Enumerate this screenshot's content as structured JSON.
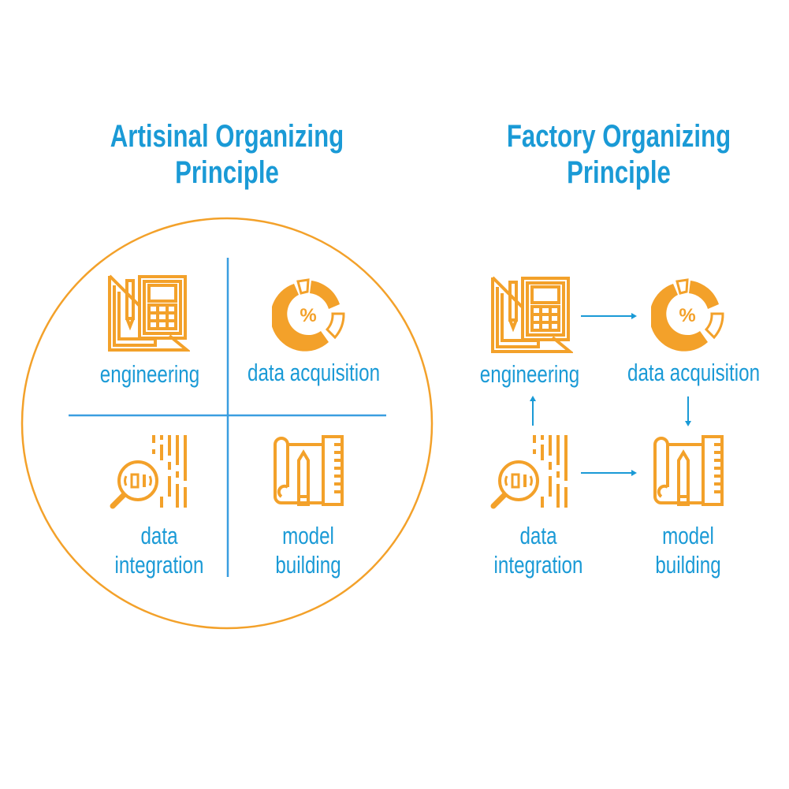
{
  "colors": {
    "accent_blue": "#1a9ad6",
    "icon_orange": "#f3a12a",
    "circle_orange": "#f3a12a",
    "line_blue": "#3a9ee0"
  },
  "artisinal": {
    "title_line1": "Artisinal Organizing",
    "title_line2": "Principle",
    "items": [
      {
        "label_line1": "engineering",
        "icon": "engineering-calculator-icon"
      },
      {
        "label_line1": "data acquisition",
        "icon": "percent-donut-chart-icon"
      },
      {
        "label_line1": "data",
        "label_line2": "integration",
        "icon": "magnifier-binary-data-icon"
      },
      {
        "label_line1": "model",
        "label_line2": "building",
        "icon": "blueprint-pencil-ruler-icon"
      }
    ]
  },
  "factory": {
    "title_line1": "Factory Organizing",
    "title_line2": "Principle",
    "items": [
      {
        "label_line1": "engineering",
        "icon": "engineering-calculator-icon"
      },
      {
        "label_line1": "data acquisition",
        "icon": "percent-donut-chart-icon"
      },
      {
        "label_line1": "data",
        "label_line2": "integration",
        "icon": "magnifier-binary-data-icon"
      },
      {
        "label_line1": "model",
        "label_line2": "building",
        "icon": "blueprint-pencil-ruler-icon"
      }
    ],
    "flow": [
      {
        "from": "engineering",
        "to": "data acquisition"
      },
      {
        "from": "data acquisition",
        "to": "model building"
      },
      {
        "from": "data integration",
        "to": "model building"
      },
      {
        "from": "data integration",
        "to": "engineering"
      }
    ]
  }
}
